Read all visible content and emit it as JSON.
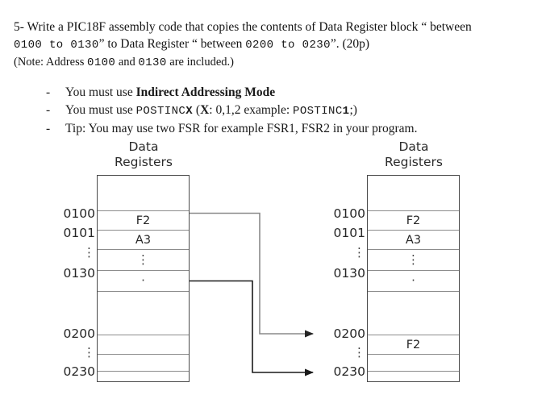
{
  "question": {
    "line1_a": "5- Write a PIC18F assembly code that copies the contents of Data Register block ",
    "line1_quote": "“ between",
    "line2_a": "0100 to 0130",
    "line2_b": "”  to  Data Register  “ between ",
    "line2_c": "0200 to 0230",
    "line2_d": "”. (20p)",
    "line3_a": "(Note: Address ",
    "line3_b": "0100",
    "line3_c": " and ",
    "line3_d": "0130",
    "line3_e": " are included.)"
  },
  "bullets": [
    {
      "dash": "-",
      "prefix": "You must use ",
      "bold": "Indirect Addressing Mode",
      "suffix": ""
    },
    {
      "dash": "-",
      "prefix": "You must use  ",
      "mono1": "POSTINC",
      "mono1_bold": "X",
      "mid": " (",
      "bold_x": "X",
      "mid2": ": 0,1,2 example: ",
      "mono2": "POSTINC",
      "mono2_bold": "1",
      "suffix": ";)"
    },
    {
      "dash": "-",
      "text": "Tip: You may use two FSR for example FSR1, FSR2 in your program."
    }
  ],
  "diagrams": {
    "left": {
      "header_line1": "Data",
      "header_line2": "Registers",
      "rows": [
        {
          "addr": "",
          "value": ""
        },
        {
          "addr": "0100",
          "value": "F2"
        },
        {
          "addr": "0101",
          "value": "A3"
        },
        {
          "addr": "vdots",
          "value": "vdots"
        },
        {
          "addr": "0130",
          "value": "dot"
        },
        {
          "addr": "",
          "value": ""
        },
        {
          "addr": "0200",
          "value": ""
        },
        {
          "addr": "vdots",
          "value": ""
        },
        {
          "addr": "0230",
          "value": ""
        }
      ]
    },
    "right": {
      "header_line1": "Data",
      "header_line2": "Registers",
      "rows": [
        {
          "addr": "",
          "value": ""
        },
        {
          "addr": "0100",
          "value": "F2"
        },
        {
          "addr": "0101",
          "value": "A3"
        },
        {
          "addr": "vdots",
          "value": "vdots"
        },
        {
          "addr": "0130",
          "value": "dot"
        },
        {
          "addr": "",
          "value": ""
        },
        {
          "addr": "0200",
          "value": "F2"
        },
        {
          "addr": "vdots",
          "value": ""
        },
        {
          "addr": "0230",
          "value": ""
        }
      ]
    }
  },
  "glyphs": {
    "vdots": "⋮",
    "dot": "·"
  },
  "colors": {
    "text": "#141414",
    "table_border": "#4a4a4a",
    "row_line": "#8c8c8c",
    "arrow_dark": "#1a1a1a",
    "arrow_gray": "#8a8a8a",
    "background": "#ffffff"
  }
}
